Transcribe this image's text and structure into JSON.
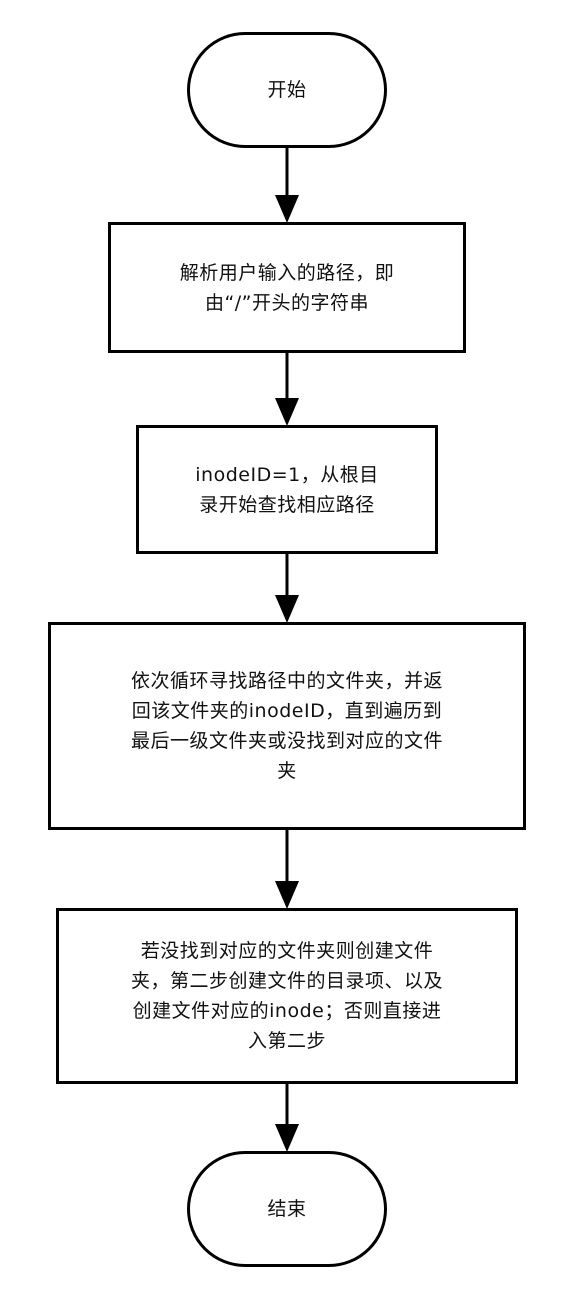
{
  "flowchart": {
    "nodes": [
      {
        "id": "start",
        "type": "terminator",
        "text": "开始"
      },
      {
        "id": "parse",
        "type": "process",
        "text": "解析用户输入的路径，即\n由“/”开头的字符串"
      },
      {
        "id": "init",
        "type": "process",
        "text": "inodeID=1，从根目\n录开始查找相应路径"
      },
      {
        "id": "loop",
        "type": "process",
        "text": "依次循环寻找路径中的文件夹，并返\n回该文件夹的inodeID，直到遍历到\n最后一级文件夹或没找到对应的文件\n夹"
      },
      {
        "id": "create",
        "type": "process",
        "text": "若没找到对应的文件夹则创建文件\n夹，第二步创建文件的目录项、以及\n创建文件对应的inode；否则直接进\n入第二步"
      },
      {
        "id": "end",
        "type": "terminator",
        "text": "结束"
      }
    ],
    "edges": [
      {
        "from": "start",
        "to": "parse"
      },
      {
        "from": "parse",
        "to": "init"
      },
      {
        "from": "init",
        "to": "loop"
      },
      {
        "from": "loop",
        "to": "create"
      },
      {
        "from": "create",
        "to": "end"
      }
    ]
  }
}
